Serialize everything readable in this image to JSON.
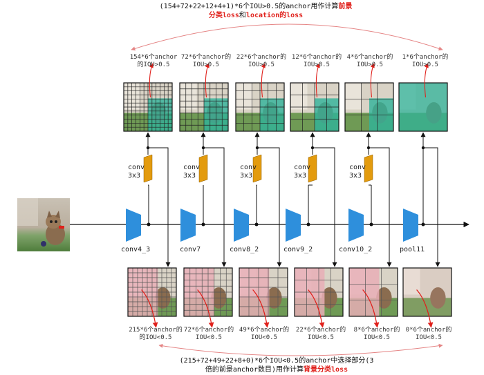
{
  "top_title": {
    "line1_prefix": "(154+72+22+12+4+1)*6个IOU>0.5的anchor用作计算",
    "line1_highlight": "前景",
    "line2_highlight_a": "分类loss",
    "line2_mid": "和",
    "line2_highlight_b": "location的loss"
  },
  "top_captions": [
    {
      "line1": "154*6个anchor",
      "line2": "的IOU>0.5"
    },
    {
      "line1": "72*6个anchor的",
      "line2": "IOU>0.5"
    },
    {
      "line1": "22*6个anchor的",
      "line2": "IOU>0.5"
    },
    {
      "line1": "12*6个anchor的",
      "line2": "IOU>0.5"
    },
    {
      "line1": "4*6个anchor的",
      "line2": "IOU>0.5"
    },
    {
      "line1": "1*6个anchor的",
      "line2": "IOU>0.5"
    }
  ],
  "layers": [
    "conv4_3",
    "conv7",
    "conv8_2",
    "conv9_2",
    "conv10_2",
    "pool11"
  ],
  "conv_box": {
    "line1": "conv",
    "line2": "3x3"
  },
  "bottom_captions": [
    {
      "line1": "215*6个anchor的",
      "line2": "的IOU<0.5"
    },
    {
      "line1": "72*6个anchor的",
      "line2": "IOU<0.5"
    },
    {
      "line1": "49*6个anchor的",
      "line2": "IOU<0.5"
    },
    {
      "line1": "22*6个anchor的",
      "line2": "IOU<0.5"
    },
    {
      "line1": "8*6个anchor的",
      "line2": "IOU<0.5"
    },
    {
      "line1": "0*6个anchor的",
      "line2": "IOU<0.5"
    }
  ],
  "bottom_title": {
    "line1": "(215+72+49+22+8+0)*6个IOU<0.5的anchor中选择部分(3",
    "line2_prefix": "倍的前景anchor数目)用作计算",
    "line2_highlight": "背景分类loss"
  },
  "colors": {
    "arrow_red": "#e0201b",
    "arc_red": "#e58585",
    "layer_blue": "#2e8fdc",
    "conv_orange": "#e39b0e",
    "positive_teal": "#2fb39a",
    "negative_pink": "#e7aeb6"
  },
  "grids": {
    "top": [
      12,
      8,
      6,
      4,
      3,
      1
    ],
    "bottom": [
      10,
      8,
      5,
      4,
      3,
      1
    ]
  }
}
